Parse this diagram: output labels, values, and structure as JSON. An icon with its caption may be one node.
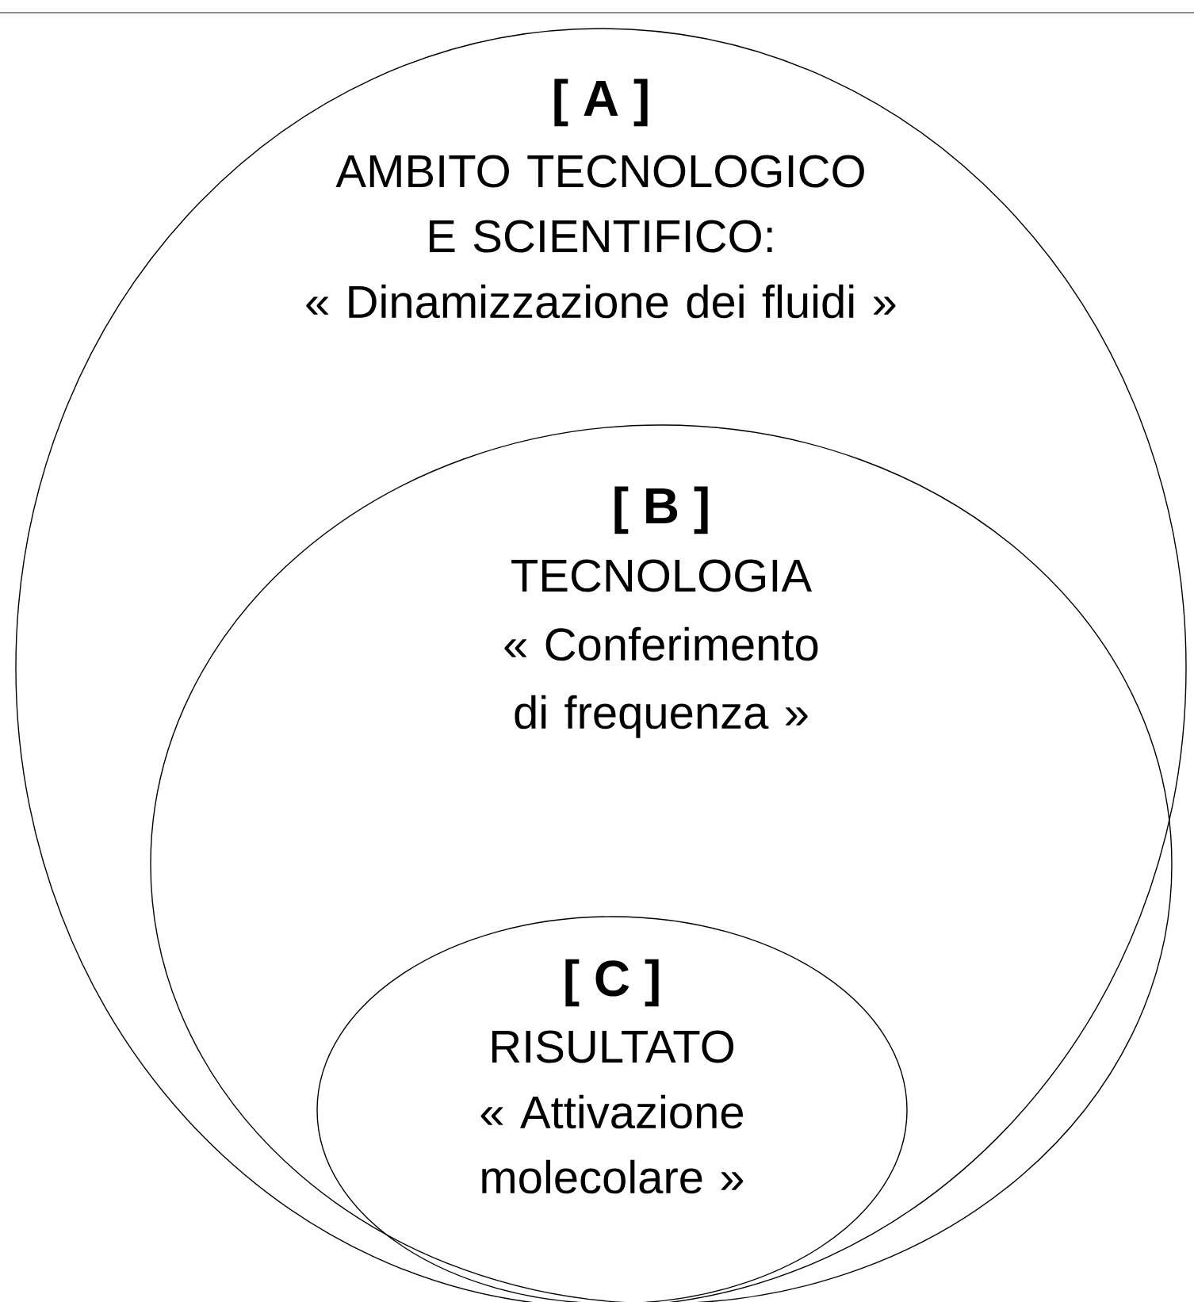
{
  "diagram": {
    "nodes": [
      {
        "text": [
          "[ A ]",
          "AMBITO TECNOLOGICO E SCIENTIFICO:",
          "« Dinamizzazione dei fluidi »"
        ]
      },
      {
        "text": [
          "[ B ]",
          "TECNOLOGIA",
          "« Conferimento di frequenza »"
        ],
        "in": 0
      },
      {
        "text": [
          "[ C ]",
          "RISULTATO",
          "« Attivazione molecolare »"
        ],
        "in": 1
      }
    ]
  }
}
